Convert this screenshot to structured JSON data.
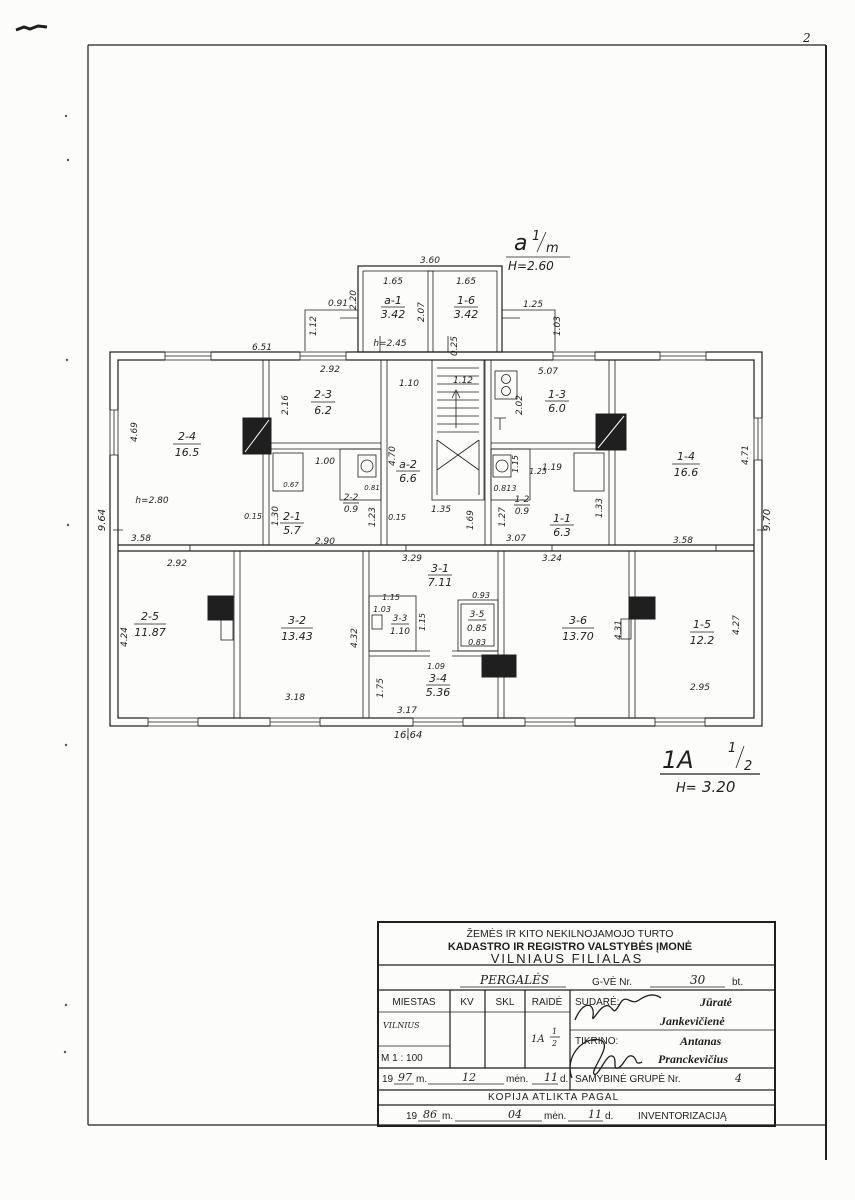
{
  "page": {
    "number": "2"
  },
  "colors": {
    "ink": "#1f1f1f",
    "paper": "#fcfcfa"
  },
  "plan": {
    "annex_label": {
      "letter": "a",
      "num": "1",
      "den": "m",
      "height": "H=2.60",
      "width": "3.60"
    },
    "floor_label": {
      "letter": "1A",
      "num": "1",
      "den": "2",
      "height_prefix": "H=",
      "height": "3.20"
    },
    "rooms": [
      {
        "id": "a-1",
        "area": "3.42"
      },
      {
        "id": "1-6",
        "area": "3.42"
      },
      {
        "id": "2-4",
        "area": "16.5"
      },
      {
        "id": "2-3",
        "area": "6.2"
      },
      {
        "id": "2-1",
        "area": "5.7"
      },
      {
        "id": "2-2",
        "area": "0.9"
      },
      {
        "id": "a-2",
        "area": "6.6"
      },
      {
        "id": "1-3",
        "area": "6.0"
      },
      {
        "id": "1-2",
        "area": "0.9"
      },
      {
        "id": "1-1",
        "area": "6.3"
      },
      {
        "id": "1-4",
        "area": "16.6"
      },
      {
        "id": "2-5",
        "area": "11.87"
      },
      {
        "id": "3-2",
        "area": "13.43"
      },
      {
        "id": "3-1",
        "area": "7.11"
      },
      {
        "id": "3-3",
        "area": "1.10"
      },
      {
        "id": "3-5",
        "area": "0.85"
      },
      {
        "id": "3-4",
        "area": "5.36"
      },
      {
        "id": "3-6",
        "area": "13.70"
      },
      {
        "id": "1-5",
        "area": "12.2"
      }
    ],
    "dimensions": [
      "1.65",
      "1.65",
      "0.91",
      "2.20",
      "2.07",
      "1.12",
      "h=2.45",
      "0.25",
      "1.25",
      "1.03",
      "6.51",
      "2.92",
      "1.10",
      "1.12",
      "5.07",
      "4.69",
      "2.16",
      "2.02",
      "4.70",
      "1.00",
      "1.19",
      "4.71",
      "0.67",
      "0.81",
      "1.15",
      "1.23",
      "0.813",
      "h=2.80",
      "0.15",
      "1.30",
      "1.23",
      "0.15",
      "1.35",
      "1.69",
      "1.27",
      "1.33",
      "9.64",
      "9.70",
      "3.58",
      "2.90",
      "3.07",
      "3.58",
      "3.29",
      "2.92",
      "3.24",
      "0.93",
      "1.15",
      "1.03",
      "1.15",
      "0.83",
      "4.24",
      "4.32",
      "4.31",
      "4.27",
      "1.09",
      "1.75",
      "3.18",
      "2.95",
      "3.17",
      "16.64"
    ]
  },
  "title_block": {
    "org_line1": "ŽEMĖS IR KITO NEKILNOJAMOJO TURTO",
    "org_line2": "KADASTRO IR REGISTRO VALSTYBĖS ĮMONĖ",
    "org_line3": "VILNIAUS FILIALAS",
    "street": "PERGALĖS",
    "street_suffix": "G-VĖ Nr.",
    "house_no": "30",
    "apt_label": "bt.",
    "headers": {
      "city": "MIESTAS",
      "quarter": "KV",
      "section": "SKL",
      "letter": "RAIDĖ"
    },
    "city": "VILNIUS",
    "letter_value": {
      "main": "1A",
      "num": "1",
      "den": "2"
    },
    "scale": "M 1 : 100",
    "compiled_label": "SUDARĖ:",
    "compiled_by": {
      "first": "Jūratė",
      "last": "Jankevičienė"
    },
    "checked_label": "TIKRINO:",
    "checked_by": {
      "first": "Antanas",
      "last": "Pranckevičius"
    },
    "date_compiled": {
      "century": "19",
      "year": "97",
      "y_label": "m.",
      "month": "12",
      "m_label": "mėn.",
      "day": "11",
      "d_label": "d."
    },
    "group_label": "SAMYBINĖ GRUPĖ Nr.",
    "group_no": "4",
    "copy_note": "KOPIJA ATLIKTA PAGAL",
    "date_inventory": {
      "century": "19",
      "year": "86",
      "y_label": "m.",
      "month": "04",
      "m_label": "mėn.",
      "day": "11",
      "d_label": "d."
    },
    "inventory_label": "INVENTORIZACIJĄ"
  }
}
